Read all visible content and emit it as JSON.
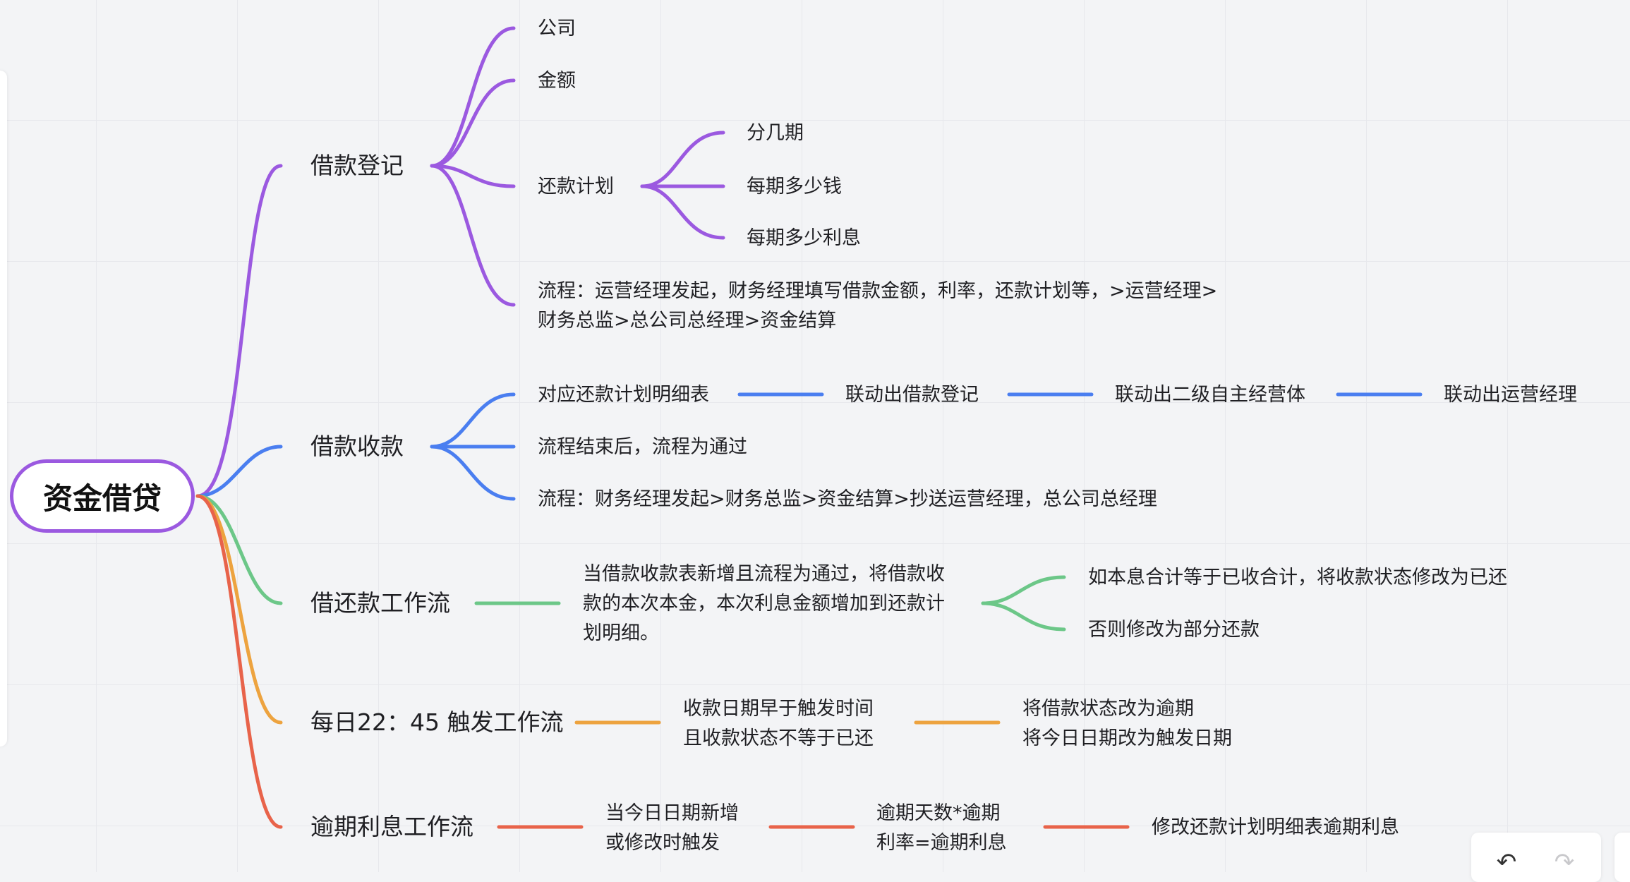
{
  "colors": {
    "purple": "#9b59e0",
    "blue": "#4a7ef0",
    "green": "#6cc788",
    "orange": "#eda33f",
    "red": "#e8634a"
  },
  "root": {
    "label": "资金借贷"
  },
  "branches": {
    "loan_register": {
      "label": "借款登记",
      "company": "公司",
      "amount": "金额",
      "repay_plan": {
        "label": "还款计划",
        "installments": "分几期",
        "per_period_amount": "每期多少钱",
        "per_period_interest": "每期多少利息"
      },
      "flow_line1": "流程：运营经理发起，财务经理填写借款金额，利率，还款计划等，>运营经理>",
      "flow_line2": "财务总监>总公司总经理>资金结算"
    },
    "loan_receipt": {
      "label": "借款收款",
      "chain": [
        "对应还款计划明细表",
        "联动出借款登记",
        "联动出二级自主经营体",
        "联动出运营经理"
      ],
      "after_flow": "流程结束后，流程为通过",
      "flow": "流程：财务经理发起>财务总监>资金结算>抄送运营经理，总公司总经理"
    },
    "repay_workflow": {
      "label": "借还款工作流",
      "desc_line1": "当借款收款表新增且流程为通过，将借款收",
      "desc_line2": "款的本次本金，本次利息金额增加到还款计",
      "desc_line3": "划明细。",
      "cond_yes": "如本息合计等于已收合计，将收款状态修改为已还",
      "cond_no": "否则修改为部分还款"
    },
    "daily_trigger": {
      "label": "每日22：45 触发工作流",
      "cond_line1": "收款日期早于触发时间",
      "cond_line2": "且收款状态不等于已还",
      "action_line1": "将借款状态改为逾期",
      "action_line2": "将今日日期改为触发日期"
    },
    "overdue_interest": {
      "label": "逾期利息工作流",
      "trigger_line1": "当今日日期新增",
      "trigger_line2": "或修改时触发",
      "formula_line1": "逾期天数*逾期",
      "formula_line2": "利率=逾期利息",
      "result": "修改还款计划明细表逾期利息"
    }
  },
  "toolbar": {
    "undo_icon": "undo-icon",
    "redo_icon": "redo-icon",
    "undo_glyph": "↶",
    "redo_glyph": "↷"
  }
}
